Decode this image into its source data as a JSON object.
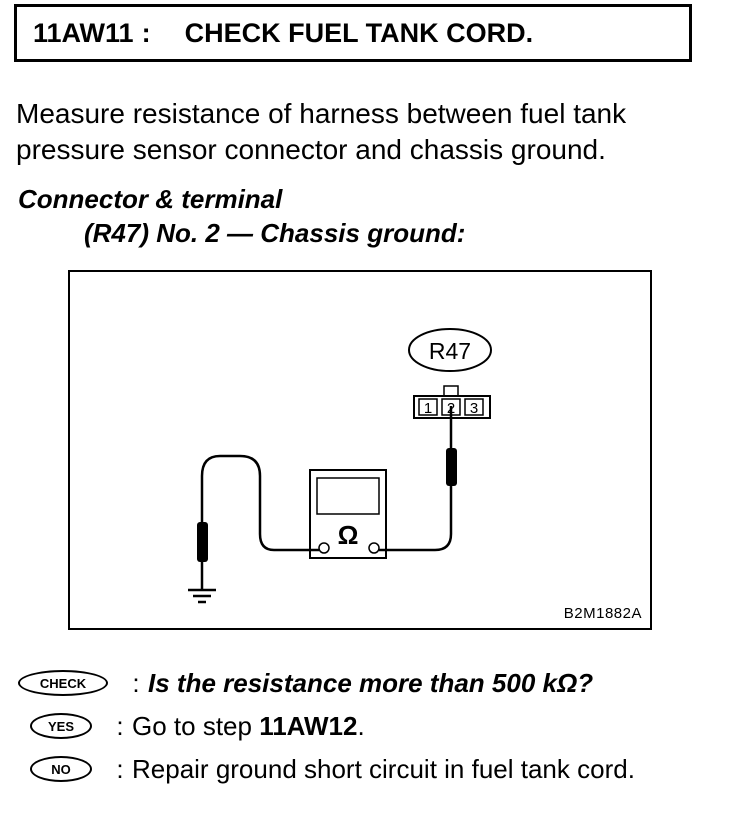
{
  "header": {
    "code": "11AW11",
    "separator": ":",
    "title": "CHECK FUEL TANK CORD."
  },
  "intro": "Measure resistance of harness between fuel tank pressure sensor connector and chassis ground.",
  "connector_heading": {
    "line1": "Connector & terminal",
    "line2": "(R47) No. 2 — Chassis ground:"
  },
  "figure": {
    "connector_label": "R47",
    "terminals": [
      "1",
      "2",
      "3"
    ],
    "meter_symbol": "Ω",
    "figure_id": "B2M1882A"
  },
  "qa": {
    "check": {
      "badge": "CHECK",
      "colon": ":",
      "text": "Is the resistance more than 500 kΩ?"
    },
    "yes": {
      "badge": "YES",
      "colon": ":",
      "prefix": "Go to step ",
      "step": "11AW12",
      "suffix": "."
    },
    "no": {
      "badge": "NO",
      "colon": ":",
      "text": "Repair ground short circuit in fuel tank cord."
    }
  }
}
